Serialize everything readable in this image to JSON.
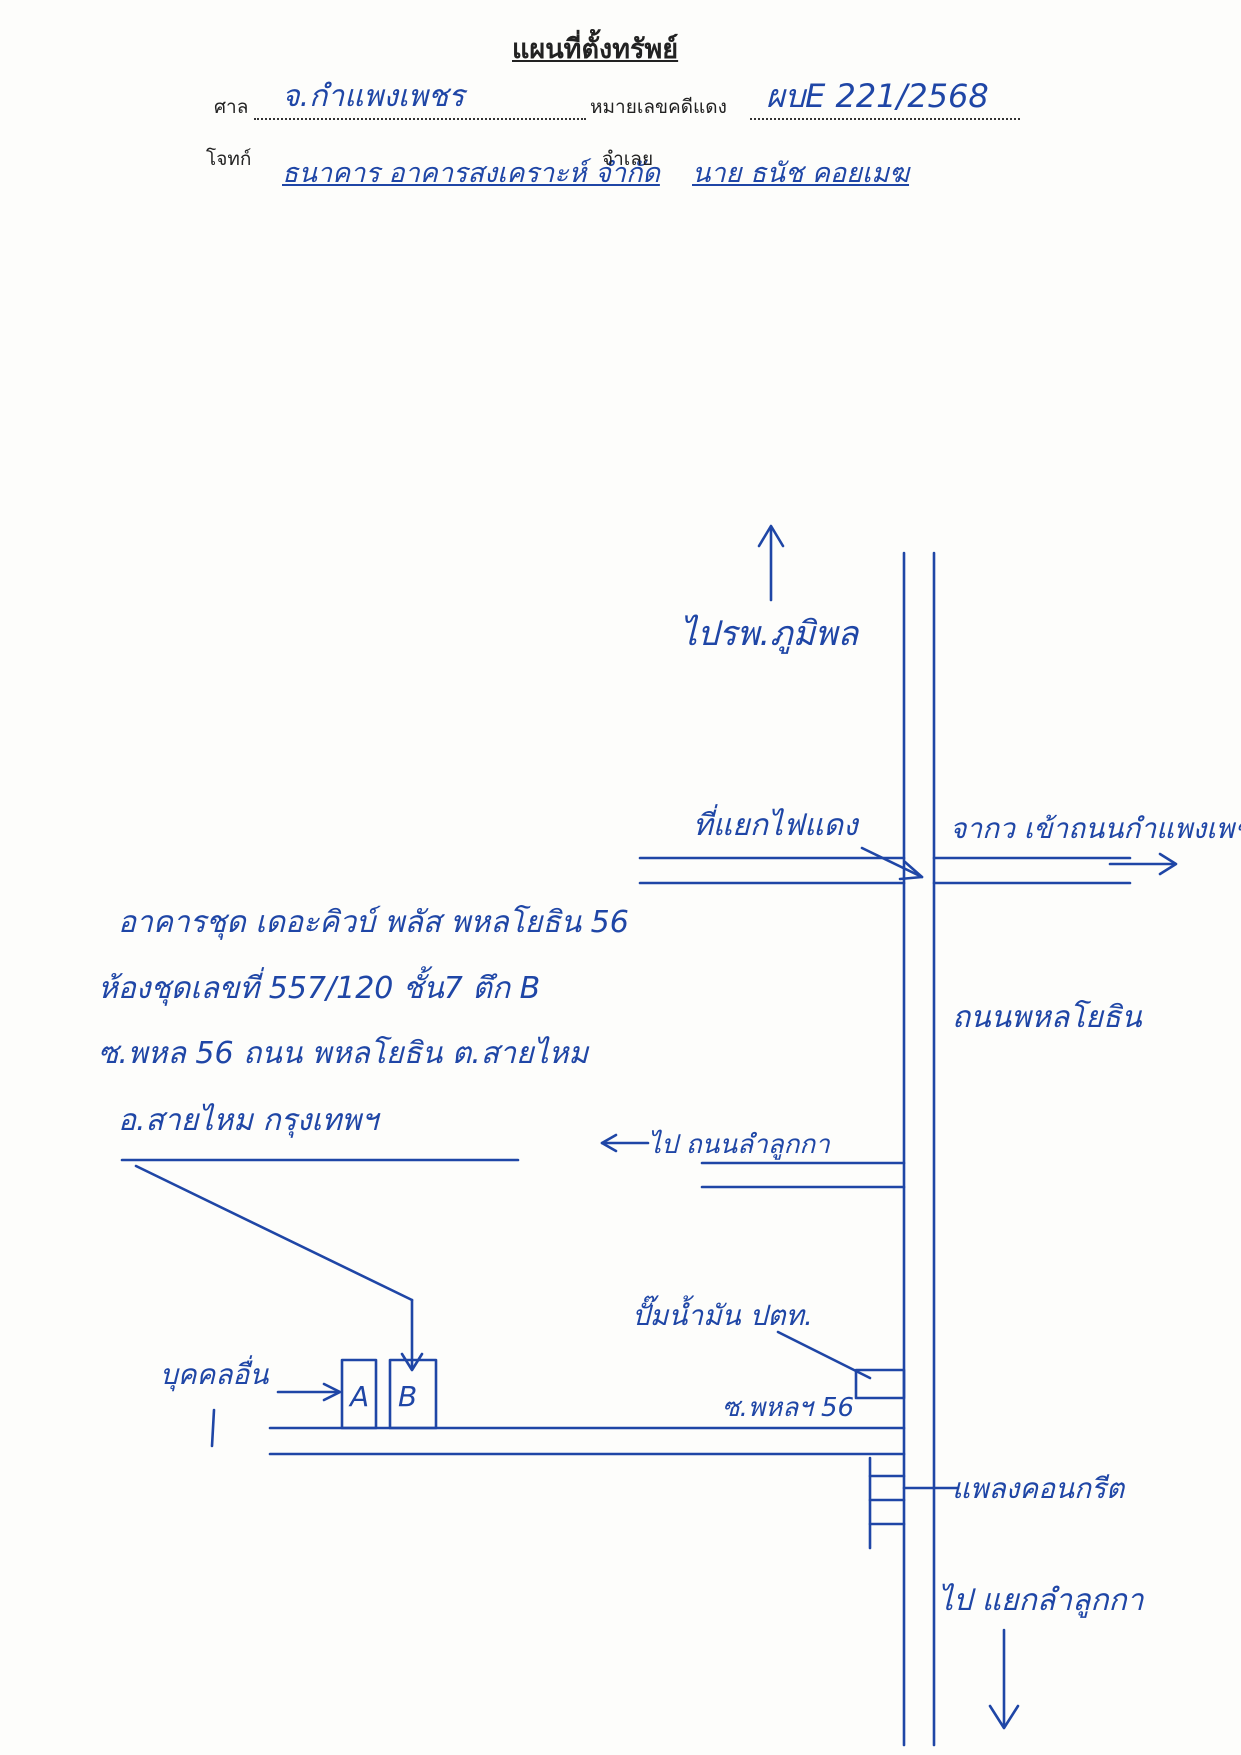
{
  "title": "แผนที่ตั้งทรัพย์",
  "header": {
    "court_label": "ศาล",
    "court_value": "จ.กำแพงเพชร",
    "case_label": "หมายเลขคดีแดง",
    "case_value": "ผบE 221/2568",
    "plaintiff_label": "โจทก์",
    "plaintiff_value": "ธนาคาร อาคารสงเคราะห์ จำกัด",
    "defendant_label": "จำเลย",
    "defendant_value": "นาย ธนัช คอยเมฆ"
  },
  "map": {
    "north_label": "ไปรพ.ภูมิพล",
    "junction_label": "ที่แยกไฟแดง",
    "east_label": "จากว เข้าถนนกำแพงเพชร",
    "road_label": "ถนนพหลโยธิน",
    "west_label": "ไป ถนนลำลูกกา",
    "gas_label": "ปั๊มน้ำมัน ปตท.",
    "soi_label": "ซ.พหลฯ 56",
    "bridge_label": "แพลงคอนกรีต",
    "south_label": "ไป แยกลำลูกกา",
    "other_label": "บุคคลอื่น",
    "unit_a": "A",
    "unit_b": "B",
    "address_lines": [
      "อาคารชุด เดอะคิวบ์ พลัส พหลโยธิน 56",
      "ห้องชุดเลขที่ 557/120 ชั้น7 ตึก B",
      "ซ.พหล 56 ถนน พหลโยธิน ต.สายไหม",
      "อ.สายไหม กรุงเทพฯ"
    ]
  }
}
